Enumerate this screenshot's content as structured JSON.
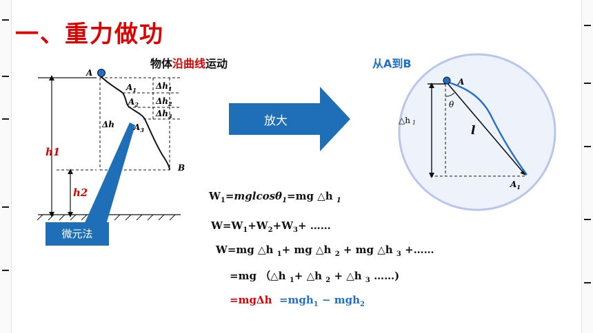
{
  "header": {
    "title": "一、重力做功",
    "subtitle_pre": "物体",
    "subtitle_highlight": "沿曲线",
    "subtitle_post": "运动",
    "from_ab": "从A到B"
  },
  "left_figure": {
    "point_a": "A",
    "point_b": "B",
    "seg_labels": [
      "A",
      "A",
      "A"
    ],
    "seg_subs": [
      "1",
      "2",
      "3"
    ],
    "dh_labels": [
      "Δh",
      "Δh",
      "Δh"
    ],
    "dh_subs": [
      "1",
      "2",
      "3"
    ],
    "delta_h": "Δh",
    "h1": "h1",
    "h2": "h2",
    "method": "微元法"
  },
  "zoom_arrow": {
    "label": "放大"
  },
  "right_figure": {
    "point_a": "A",
    "theta": "θ",
    "dh1_main": "△h",
    "dh1_sub": "1",
    "l": "l",
    "a1_main": "A",
    "a1_sub": "1"
  },
  "colors": {
    "title": "#e00000",
    "blue": "#1f6fd0",
    "arrow": "#1f6fb8",
    "circle_fill": "#eef2fb",
    "circle_stroke": "#b9c6ec"
  },
  "equations": {
    "e1": {
      "w": "W",
      "w_sub": "1",
      "eq": "=",
      "mid": "mglcosθ",
      "mid_sub": "1",
      "tail": "=mg △h",
      "tail_sub": "1"
    },
    "e2": {
      "w": "W=W",
      "s1": "1",
      "p2": "+W",
      "s2": "2",
      "p3": "+W",
      "s3": "3",
      "tail": "+ ……"
    },
    "e3": {
      "a": "W=mg △h ",
      "s1": "1",
      "b": "+ mg △h ",
      "s2": "2",
      "c": " + mg △h ",
      "s3": "3",
      "d": " +……"
    },
    "e4": {
      "a": "=mg （△h ",
      "s1": "1",
      "b": "+ △h ",
      "s2": "2",
      "c": " + △h ",
      "s3": "3",
      "d": " ……)"
    },
    "e5": {
      "red": "=mgΔh",
      "blue_a": "=mgh",
      "s1": "1",
      "blue_b": " − mgh",
      "s2": "2"
    }
  }
}
